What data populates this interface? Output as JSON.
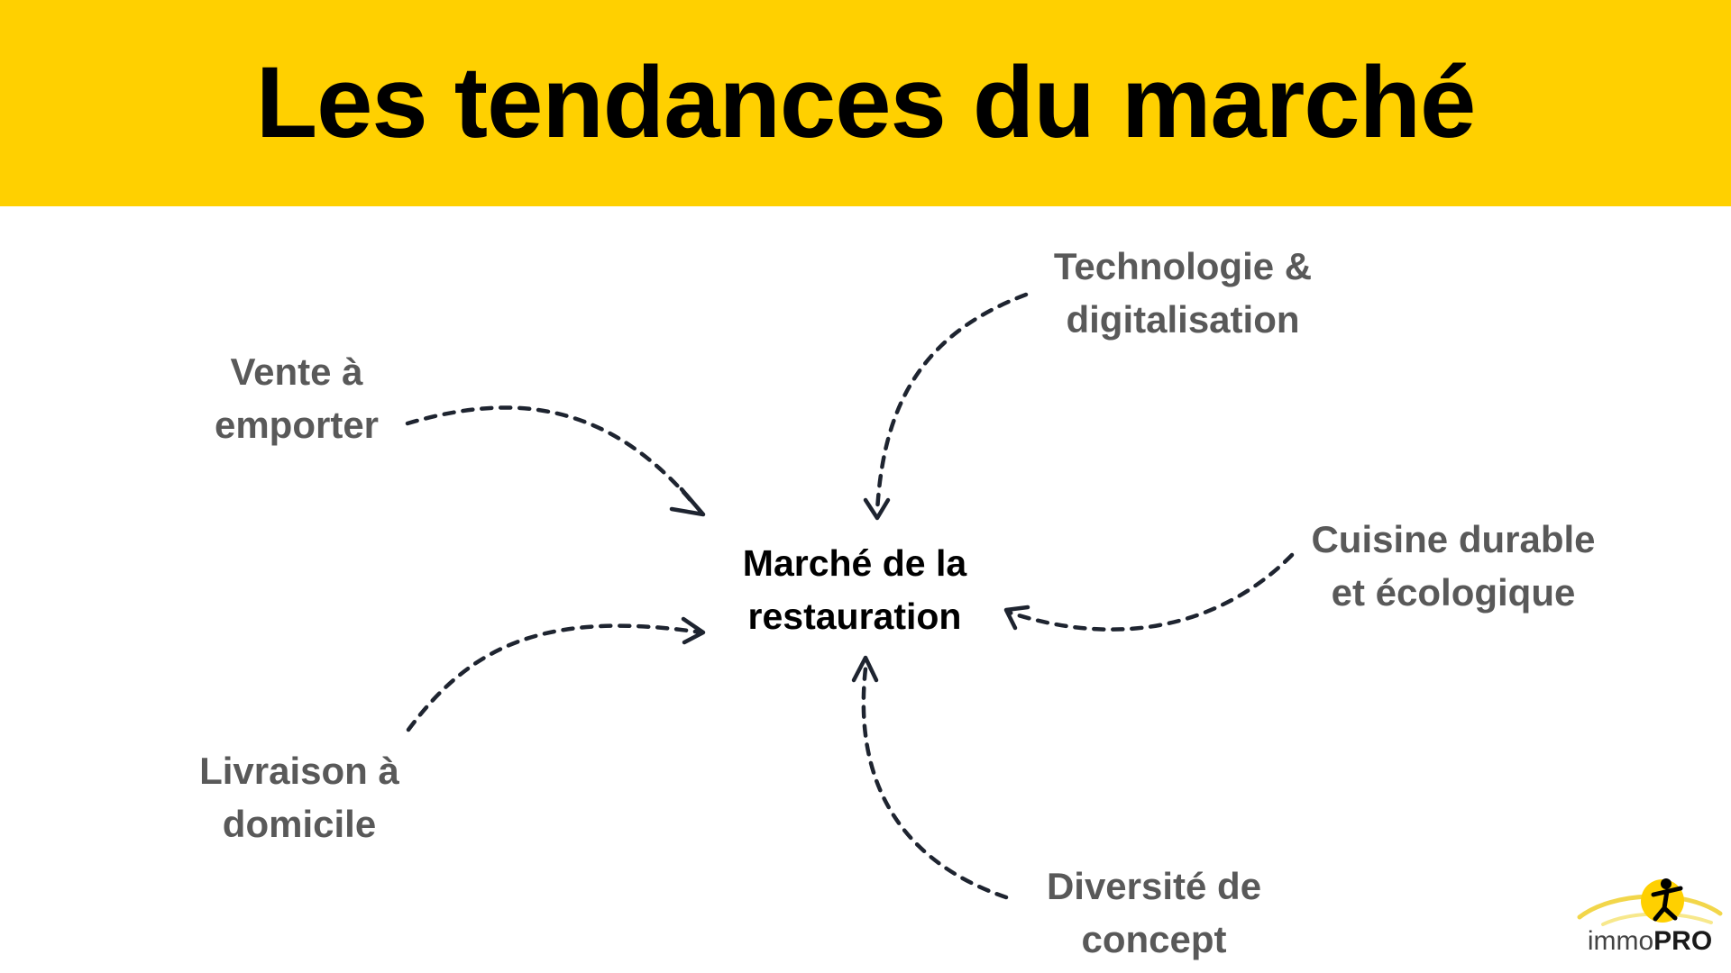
{
  "title": "Les tendances du marché",
  "center": {
    "line1": "Marché de la",
    "line2": "restauration"
  },
  "trends": {
    "vente": {
      "line1": "Vente à",
      "line2": "emporter"
    },
    "technologie": {
      "line1": "Technologie &",
      "line2": "digitalisation"
    },
    "cuisine": {
      "line1": "Cuisine durable",
      "line2": "et écologique"
    },
    "livraison": {
      "line1": "Livraison à",
      "line2": "domicile"
    },
    "diversite": {
      "line1": "Diversité de",
      "line2": "concept"
    }
  },
  "logo": {
    "part1": "immo",
    "part2": "PRO"
  },
  "colors": {
    "banner": "#FFD000",
    "arrow": "#1e2430",
    "trend_text": "#595959",
    "center_text": "#000000"
  }
}
